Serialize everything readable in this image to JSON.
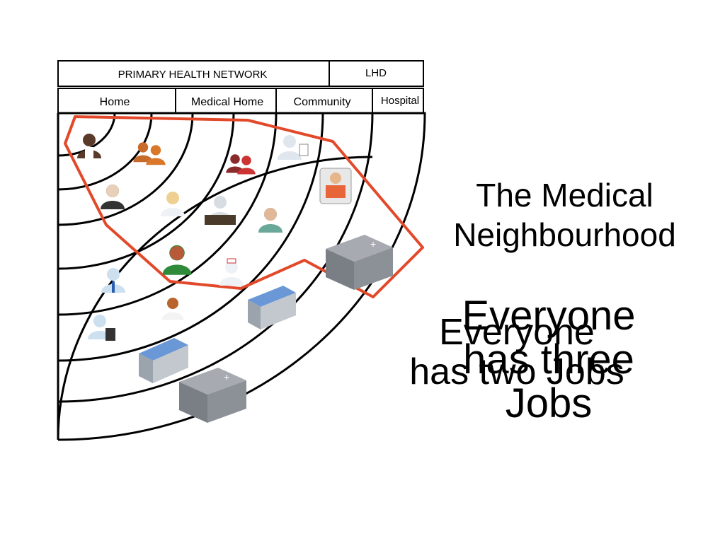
{
  "header": {
    "primary_health_network": "PRIMARY HEALTH NETWORK",
    "lhd": "LHD"
  },
  "zones": {
    "home": "Home",
    "medical_home": "Medical Home",
    "community": "Community",
    "hospital": "Hospital"
  },
  "title": {
    "line1": "The Medical",
    "line2": "Neighbourhood"
  },
  "overlay_two": {
    "line1": "Everyone",
    "line2": "has two Jobs"
  },
  "overlay_three": {
    "line1": "Everyone",
    "line2": "has three",
    "line3": "Jobs"
  },
  "colors": {
    "outline": "#e2492a",
    "building_blue": "#6a98d6",
    "building_gray": "#7a7f86",
    "accent_green": "#2f8a3a",
    "accent_teal": "#6aa89a"
  },
  "icons": [
    "businesswoman-icon",
    "family-icon",
    "doctor-icon",
    "group-icon",
    "elderly-man-icon",
    "nurse-icon",
    "receptionist-icon",
    "man-icon",
    "patient-in-bed-icon",
    "woman-green-icon",
    "nurse-cap-icon",
    "hospital-building-icon",
    "warehouse-icon",
    "doctor-stethoscope-icon",
    "man-calculator-icon",
    "child-icon",
    "clinic-icon",
    "hospital-building-2-icon"
  ]
}
